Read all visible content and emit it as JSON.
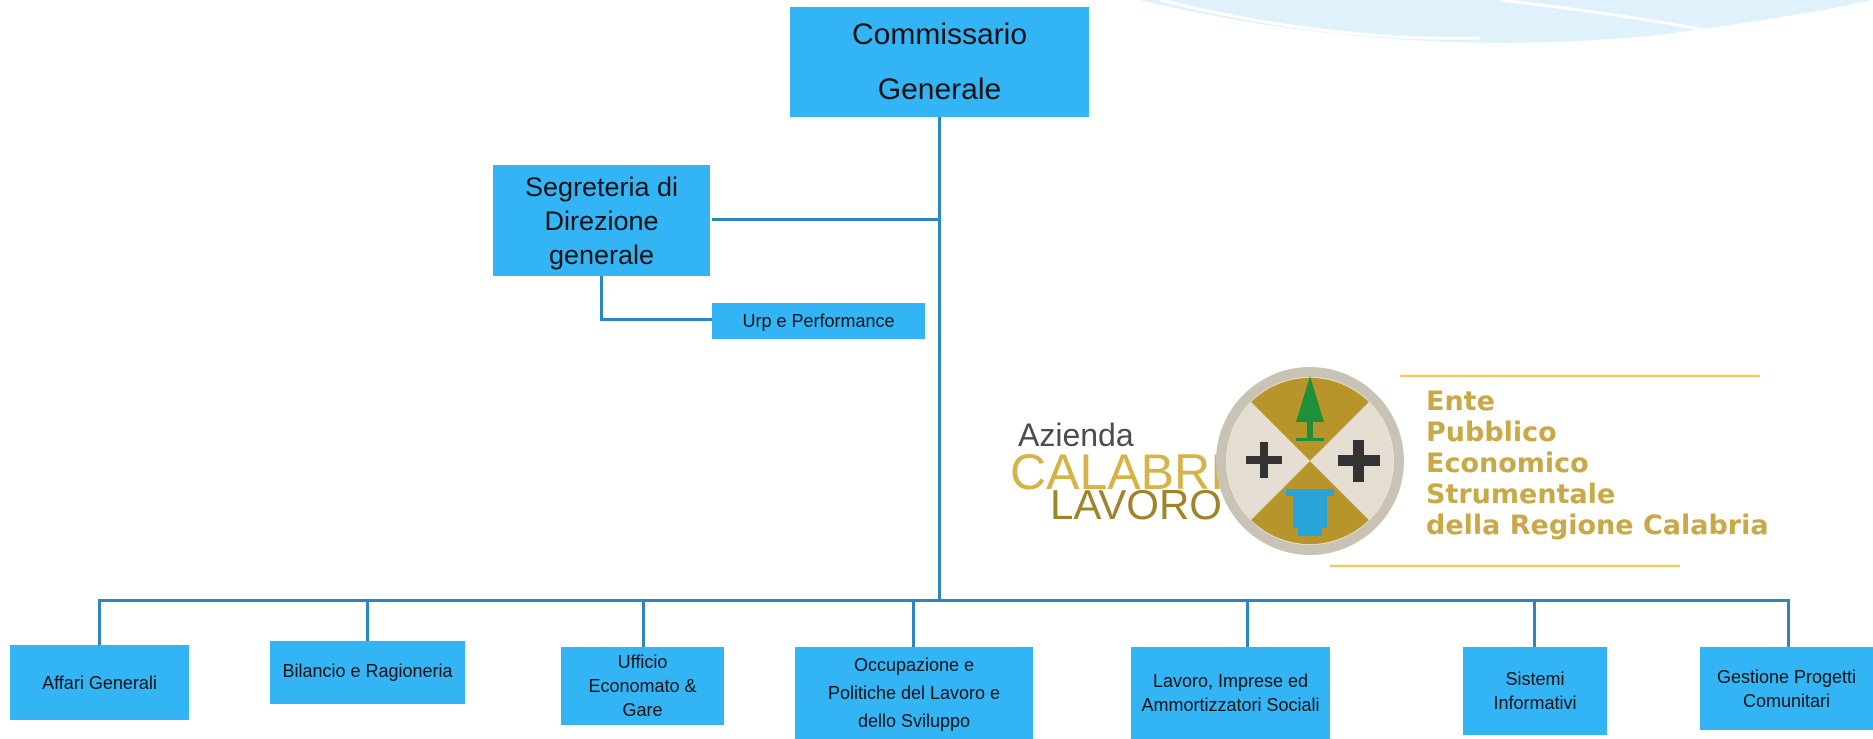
{
  "chart": {
    "top_node": "Commissario\nGenerale",
    "staff_node": "Segreteria di\nDirezione\ngenerale",
    "sub_staff_node": "Urp e Performance",
    "units": [
      "Affari Generali",
      "Bilancio e Ragioneria",
      "Ufficio\nEconomato &\nGare",
      "Occupazione e\nPolitiche del Lavoro e\ndello Sviluppo",
      "Lavoro, Imprese ed\nAmmortizzatori Sociali",
      "Sistemi\nInformativi",
      "Gestione Progetti\nComunitari"
    ]
  },
  "logo": {
    "word1": "Azienda",
    "word2": "CALABRIA",
    "word3": "LAVORO",
    "right_lines": [
      "Ente",
      "Pubblico",
      "Economico",
      "Strumentale",
      "della Regione Calabria"
    ]
  },
  "colors": {
    "box": "#33b4f5",
    "connector": "#2e86c1",
    "logo_gold": "#b8952a",
    "logo_grey": "#c9c3b5"
  }
}
